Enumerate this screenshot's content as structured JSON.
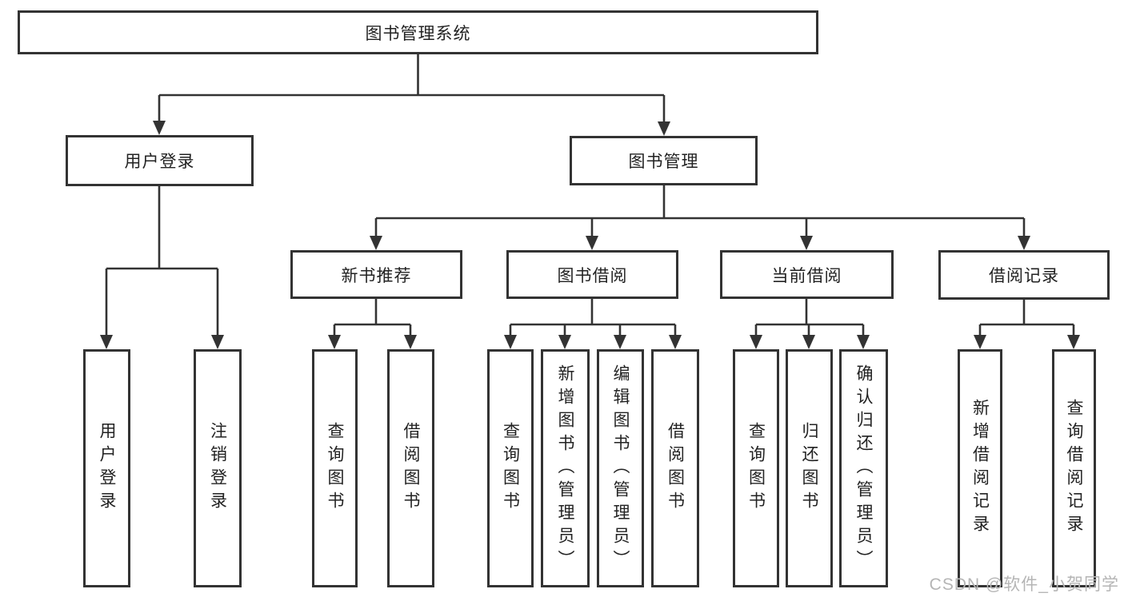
{
  "root": {
    "label": "图书管理系统"
  },
  "level2": [
    {
      "label": "用户登录"
    },
    {
      "label": "图书管理"
    }
  ],
  "level3": [
    {
      "label": "新书推荐"
    },
    {
      "label": "图书借阅"
    },
    {
      "label": "当前借阅"
    },
    {
      "label": "借阅记录"
    }
  ],
  "leaves": [
    {
      "label": "用户登录",
      "parent": "用户登录"
    },
    {
      "label": "注销登录",
      "parent": "用户登录"
    },
    {
      "label": "查询图书",
      "parent": "新书推荐"
    },
    {
      "label": "借阅图书",
      "parent": "新书推荐"
    },
    {
      "label": "查询图书",
      "parent": "图书借阅"
    },
    {
      "label": "新增图书（管理员）",
      "parent": "图书借阅"
    },
    {
      "label": "编辑图书（管理员）",
      "parent": "图书借阅"
    },
    {
      "label": "借阅图书",
      "parent": "图书借阅"
    },
    {
      "label": "查询图书",
      "parent": "当前借阅"
    },
    {
      "label": "归还图书",
      "parent": "当前借阅"
    },
    {
      "label": "确认归还（管理员）",
      "parent": "当前借阅"
    },
    {
      "label": "新增借阅记录",
      "parent": "借阅记录"
    },
    {
      "label": "查询借阅记录",
      "parent": "借阅记录"
    }
  ],
  "watermark": "CSDN @软件_小贺同学",
  "colors": {
    "line": "#333333",
    "text": "#222222",
    "background": "#ffffff",
    "watermark": "#b5b5b5"
  }
}
